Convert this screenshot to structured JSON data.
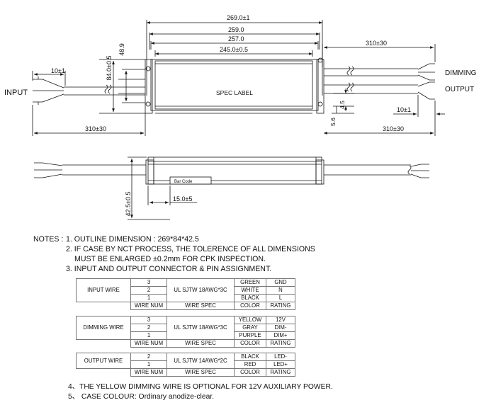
{
  "drawing": {
    "top_view": {
      "dims": {
        "overall": "269.0±1",
        "d259": "259.0",
        "d257": "257.0",
        "d245": "245.0±0.5",
        "width": "84.0±0.5",
        "inner_width": "48.9",
        "input_strip": "10±1",
        "input_cable": "310±30",
        "output_cable_top": "310±30",
        "output_cable_bottom": "310±30",
        "output_strip": "10±1",
        "d45": "4.5",
        "d56": "5.6"
      },
      "spec_label": "SPEC LABEL",
      "input_label": "INPUT",
      "dimming_label": "DIMMING",
      "output_label": "OUTPUT"
    },
    "side_view": {
      "height_dim": "42.5±0.5",
      "barcode_offset": "15.0±5",
      "barcode_label": "Bar Code"
    }
  },
  "notes": {
    "heading": "NOTES :",
    "items": [
      "1. OUTLINE DIMENSION : 269*84*42.5",
      "2. IF CASE BY NCT PROCESS, THE TOLERENCE OF ALL DIMENSIONS",
      "MUST BE ENLARGED  ±0.2mm FOR CPK INSPECTION.",
      "3. INPUT AND OUTPUT CONNECTOR & PIN ASSIGNMENT."
    ],
    "note4": "4、THE YELLOW DIMMING WIRE IS OPTIONAL FOR 12V AUXILIARY POWER.",
    "note5": "5、 CASE COLOUR: Ordinary anodize-clear."
  },
  "tables": {
    "input": {
      "name": "INPUT WIRE",
      "spec": "UL SJTW 18AWG*3C",
      "rows": [
        {
          "num": "3",
          "color": "GREEN",
          "rating": "GND"
        },
        {
          "num": "2",
          "color": "WHITE",
          "rating": "N"
        },
        {
          "num": "1",
          "color": "BLACK",
          "rating": "L"
        }
      ],
      "header": {
        "num": "WIRE NUM",
        "spec": "WIRE SPEC",
        "color": "COLOR",
        "rating": "RATING"
      }
    },
    "dimming": {
      "name": "DIMMING WIRE",
      "spec": "UL SJTW 18AWG*3C",
      "rows": [
        {
          "num": "3",
          "color": "YELLOW",
          "rating": "12V"
        },
        {
          "num": "2",
          "color": "GRAY",
          "rating": "DIM-"
        },
        {
          "num": "1",
          "color": "PURPLE",
          "rating": "DIM+"
        }
      ],
      "header": {
        "num": "WIRE NUM",
        "spec": "WIRE SPEC",
        "color": "COLOR",
        "rating": "RATING"
      }
    },
    "output": {
      "name": "OUTPUT WIRE",
      "spec": "UL SJTW 14AWG*2C",
      "rows": [
        {
          "num": "2",
          "color": "BLACK",
          "rating": "LED-"
        },
        {
          "num": "1",
          "color": "RED",
          "rating": "LED+"
        }
      ],
      "header": {
        "num": "WIRE NUM",
        "spec": "WIRE SPEC",
        "color": "COLOR",
        "rating": "RATING"
      }
    }
  }
}
